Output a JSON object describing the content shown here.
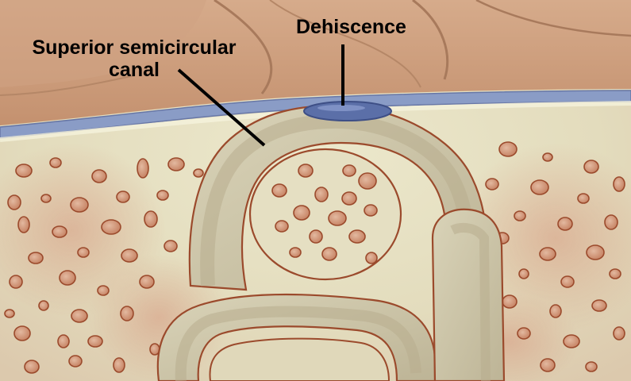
{
  "figure": {
    "labels": {
      "dehiscence": "Dehiscence",
      "superior_canal_line1": "Superior semicircular",
      "superior_canal_line2": "canal"
    },
    "colors": {
      "brain": "#c99a78",
      "brain_dark": "#a87a5c",
      "dura": "#7f92c0",
      "dehiscence_patch": "#5a6fa8",
      "bone_base": "#e6e2c4",
      "bone_pink": "#d9a88e",
      "canal_fill": "#cfc7aa",
      "outline": "#9b4a2c",
      "pore": "#a9583c",
      "leader_line": "#000000"
    }
  }
}
